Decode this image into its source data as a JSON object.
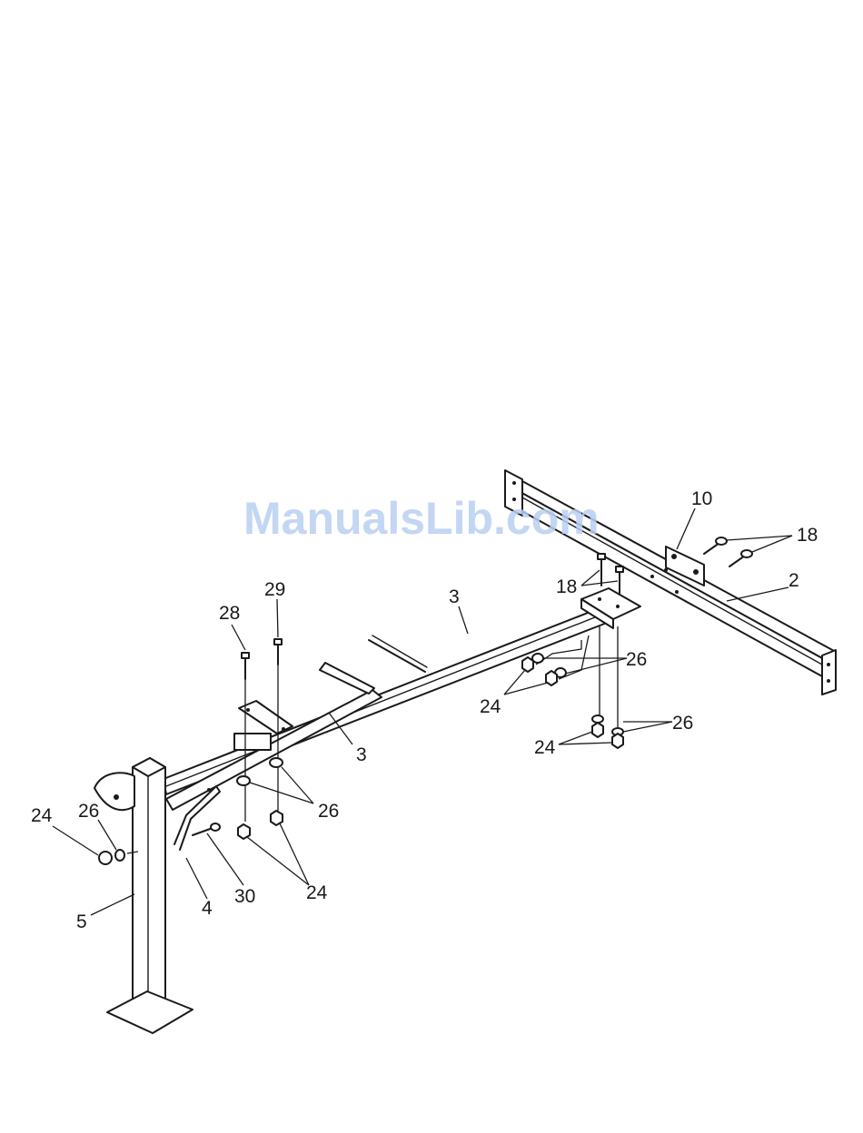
{
  "watermark": "ManualsLib.com",
  "callouts": {
    "c10": "10",
    "c18a": "18",
    "c18b": "18",
    "c2": "2",
    "c3a": "3",
    "c3b": "3",
    "c26a": "26",
    "c26b": "26",
    "c26c": "26",
    "c26d": "26",
    "c24a": "24",
    "c24b": "24",
    "c24c": "24",
    "c24d": "24",
    "c28": "28",
    "c29": "29",
    "c30": "30",
    "c4": "4",
    "c5": "5"
  }
}
